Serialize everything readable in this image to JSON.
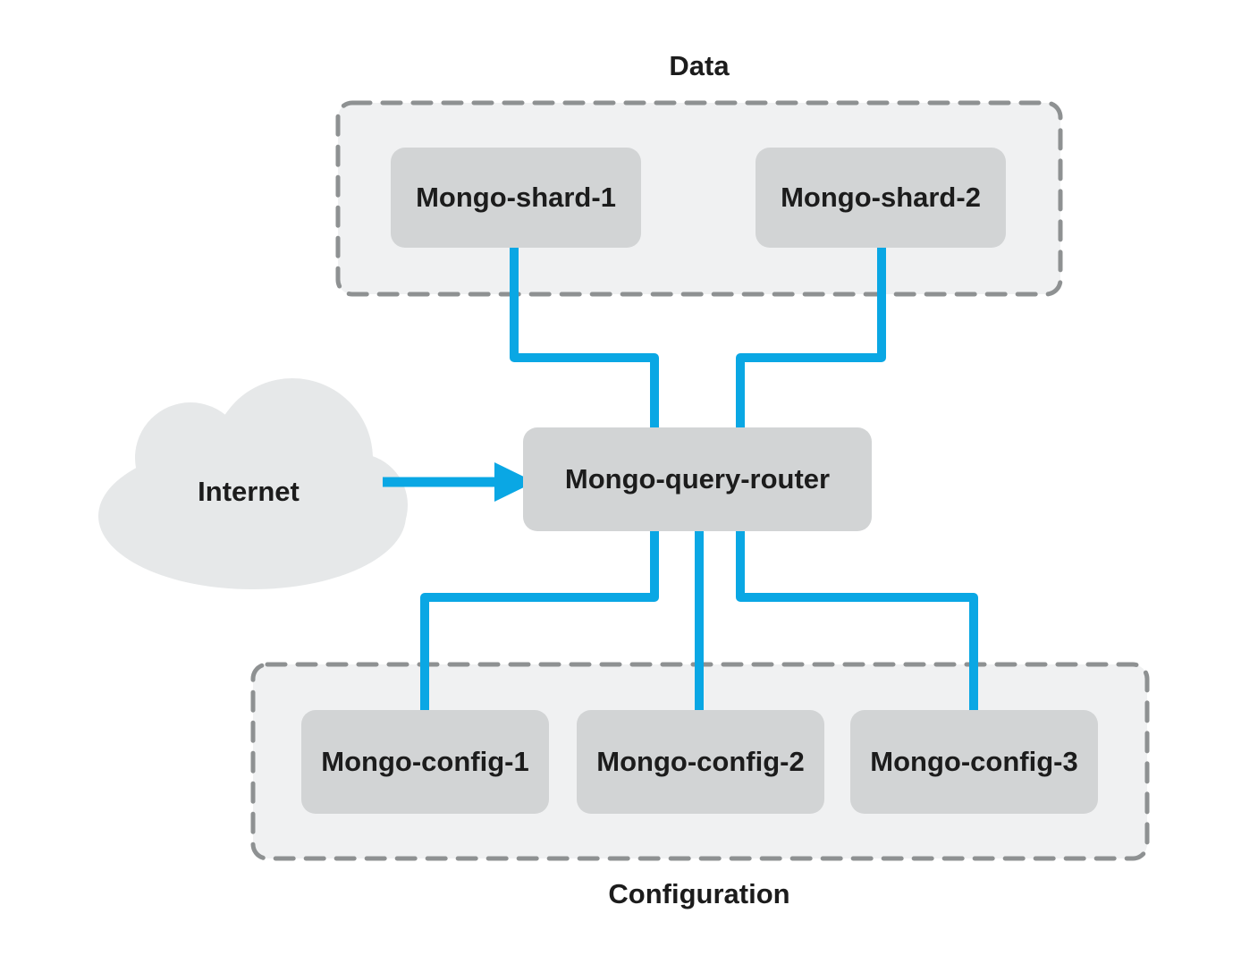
{
  "diagram": {
    "external": {
      "label": "Internet"
    },
    "router": {
      "label": "Mongo-query-router"
    },
    "groups": [
      {
        "label": "Data",
        "nodes": [
          {
            "label": "Mongo-shard-1"
          },
          {
            "label": "Mongo-shard-2"
          }
        ]
      },
      {
        "label": "Configuration",
        "nodes": [
          {
            "label": "Mongo-config-1"
          },
          {
            "label": "Mongo-config-2"
          },
          {
            "label": "Mongo-config-3"
          }
        ]
      }
    ],
    "edges": [
      {
        "from": "Internet",
        "to": "Mongo-query-router",
        "type": "arrow"
      },
      {
        "from": "Mongo-shard-1",
        "to": "Mongo-query-router",
        "type": "line"
      },
      {
        "from": "Mongo-shard-2",
        "to": "Mongo-query-router",
        "type": "line"
      },
      {
        "from": "Mongo-query-router",
        "to": "Mongo-config-1",
        "type": "line"
      },
      {
        "from": "Mongo-query-router",
        "to": "Mongo-config-2",
        "type": "line"
      },
      {
        "from": "Mongo-query-router",
        "to": "Mongo-config-3",
        "type": "line"
      }
    ],
    "colors": {
      "connector_blue": "#0AA7E4",
      "node_fill": "#D2D4D5",
      "group_fill": "#F0F1F2",
      "group_border": "#8E9192",
      "cloud_fill": "#E6E8E9",
      "text": "#1C1C1C"
    }
  }
}
